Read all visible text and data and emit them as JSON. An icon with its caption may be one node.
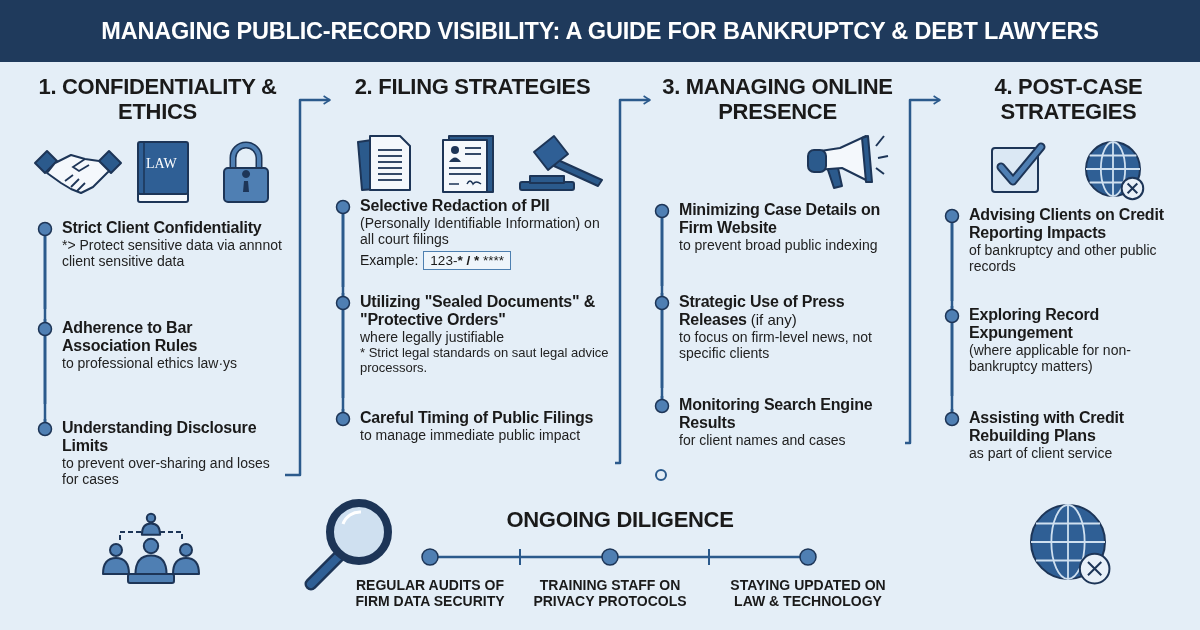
{
  "diagram": {
    "title": "MANAGING PUBLIC-RECORD VISIBILITY: A GUIDE FOR BANKRUPTCY & DEBT LAWYERS",
    "nodes": [
      {
        "text": [
          "1. CONFIDENTIALITY & ETHICS"
        ]
      },
      {
        "text": [
          "Strict Client Confidentiality",
          "*> Protect sensitive data via annnot client sensitive data"
        ],
        "in": 0
      },
      {
        "text": [
          "Adherence to Bar Association Rules",
          "to professional ethics law·ys"
        ],
        "in": 0
      },
      {
        "text": [
          "Understanding Disclosure Limits",
          "to prevent over-sharing and loses for cases"
        ],
        "in": 0
      },
      {
        "text": [
          "2. FILING STRATEGIES"
        ]
      },
      {
        "text": [
          "Selective Redaction of PII",
          "(Personally Identifiable Information) on all court filings",
          "Example:",
          "123-*** / *** ****"
        ],
        "in": 4
      },
      {
        "text": [
          "Utilizing \"Sealed Documents\" & \"Protective Orders\"",
          "where legally justifiable",
          "* Strict legal standards on saut legal advice processors."
        ],
        "in": 4
      },
      {
        "text": [
          "Careful Timing of Public Filings",
          "to manage immediate public impact"
        ],
        "in": 4
      },
      {
        "text": [
          "3. MANAGING ONLINE PRESENCE"
        ]
      },
      {
        "text": [
          "Minimizing Case Details on Firm Website",
          "to prevent broad public indexing"
        ],
        "in": 8
      },
      {
        "text": [
          "Strategic Use of Press Releases",
          "(if any)",
          "to focus on firm-level news, not specific clients"
        ],
        "in": 8
      },
      {
        "text": [
          "Monitoring Search Engine Results",
          "for client names and cases"
        ],
        "in": 8
      },
      {
        "text": [
          "4. POST-CASE STRATEGIES"
        ]
      },
      {
        "text": [
          "Advising Clients on Credit Reporting Impacts",
          "of bankruptcy and other public records"
        ],
        "in": 12
      },
      {
        "text": [
          "Exploring Record Expungement",
          "(where applicable for non-bankruptcy matters)"
        ],
        "in": 12
      },
      {
        "text": [
          "Assisting with Credit Rebuilding Plans",
          "as part of client service"
        ],
        "in": 12
      },
      {
        "text": [
          "ONGOING DILIGENCE"
        ]
      },
      {
        "text": [
          "REGULAR AUDITS OF FIRM DATA SECURITY"
        ],
        "in": 16
      },
      {
        "text": [
          "TRAINING STAFF ON PRIVACY PROTOCOLS"
        ],
        "in": 16
      },
      {
        "text": [
          "STAYING UPDATED ON LAW & TECHNOLOGY"
        ],
        "in": 16
      }
    ],
    "edges": [
      {
        "from": 0,
        "to": 4,
        "arrow": "to"
      },
      {
        "from": 4,
        "to": 8,
        "arrow": "to"
      },
      {
        "from": 8,
        "to": 12,
        "arrow": "to"
      },
      {
        "from": 1,
        "to": 2,
        "arrow": "none"
      },
      {
        "from": 2,
        "to": 3,
        "arrow": "none"
      },
      {
        "from": 5,
        "to": 6,
        "arrow": "none"
      },
      {
        "from": 6,
        "to": 7,
        "arrow": "none"
      },
      {
        "from": 9,
        "to": 10,
        "arrow": "none"
      },
      {
        "from": 10,
        "to": 11,
        "arrow": "none"
      },
      {
        "from": 13,
        "to": 14,
        "arrow": "none"
      },
      {
        "from": 14,
        "to": 15,
        "arrow": "none"
      },
      {
        "from": 17,
        "to": 18,
        "arrow": "none"
      },
      {
        "from": 18,
        "to": 19,
        "arrow": "none"
      }
    ],
    "labels": [
      "LAW"
    ]
  }
}
